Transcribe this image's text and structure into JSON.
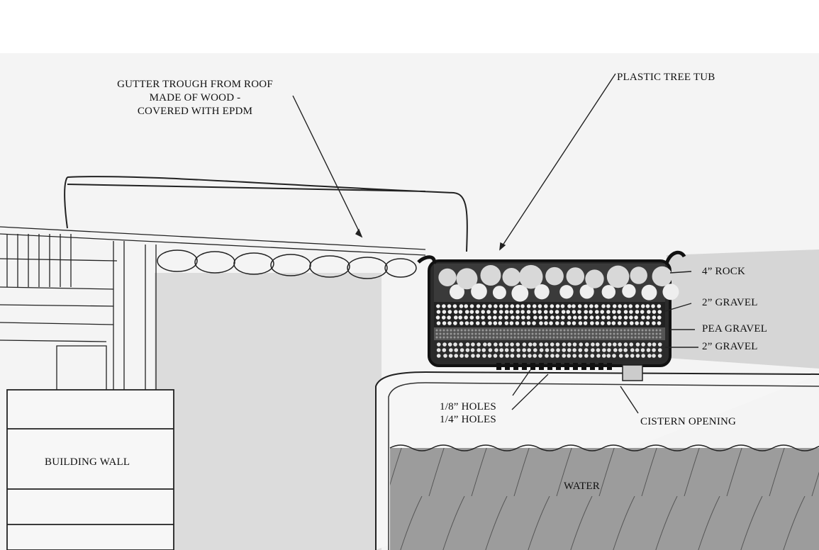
{
  "labels": {
    "gutter": [
      "GUTTER TROUGH FROM ROOF",
      "MADE OF WOOD -",
      "COVERED WITH EPDM"
    ],
    "tub": "PLASTIC TREE TUB",
    "rock": "4” ROCK",
    "gravel_top": "2” GRAVEL",
    "pea_gravel": "PEA GRAVEL",
    "gravel_bottom": "2” GRAVEL",
    "holes_small": "1/8” HOLES",
    "holes_large": "1/4” HOLES",
    "cistern_opening": "CISTERN OPENING",
    "building_wall": "BUILDING WALL",
    "water": "WATER"
  },
  "colors": {
    "ink": "#1a1a1a",
    "paper": "#f3f3f3",
    "shade": "#d9d9d9",
    "water": "#9c9c9c"
  }
}
